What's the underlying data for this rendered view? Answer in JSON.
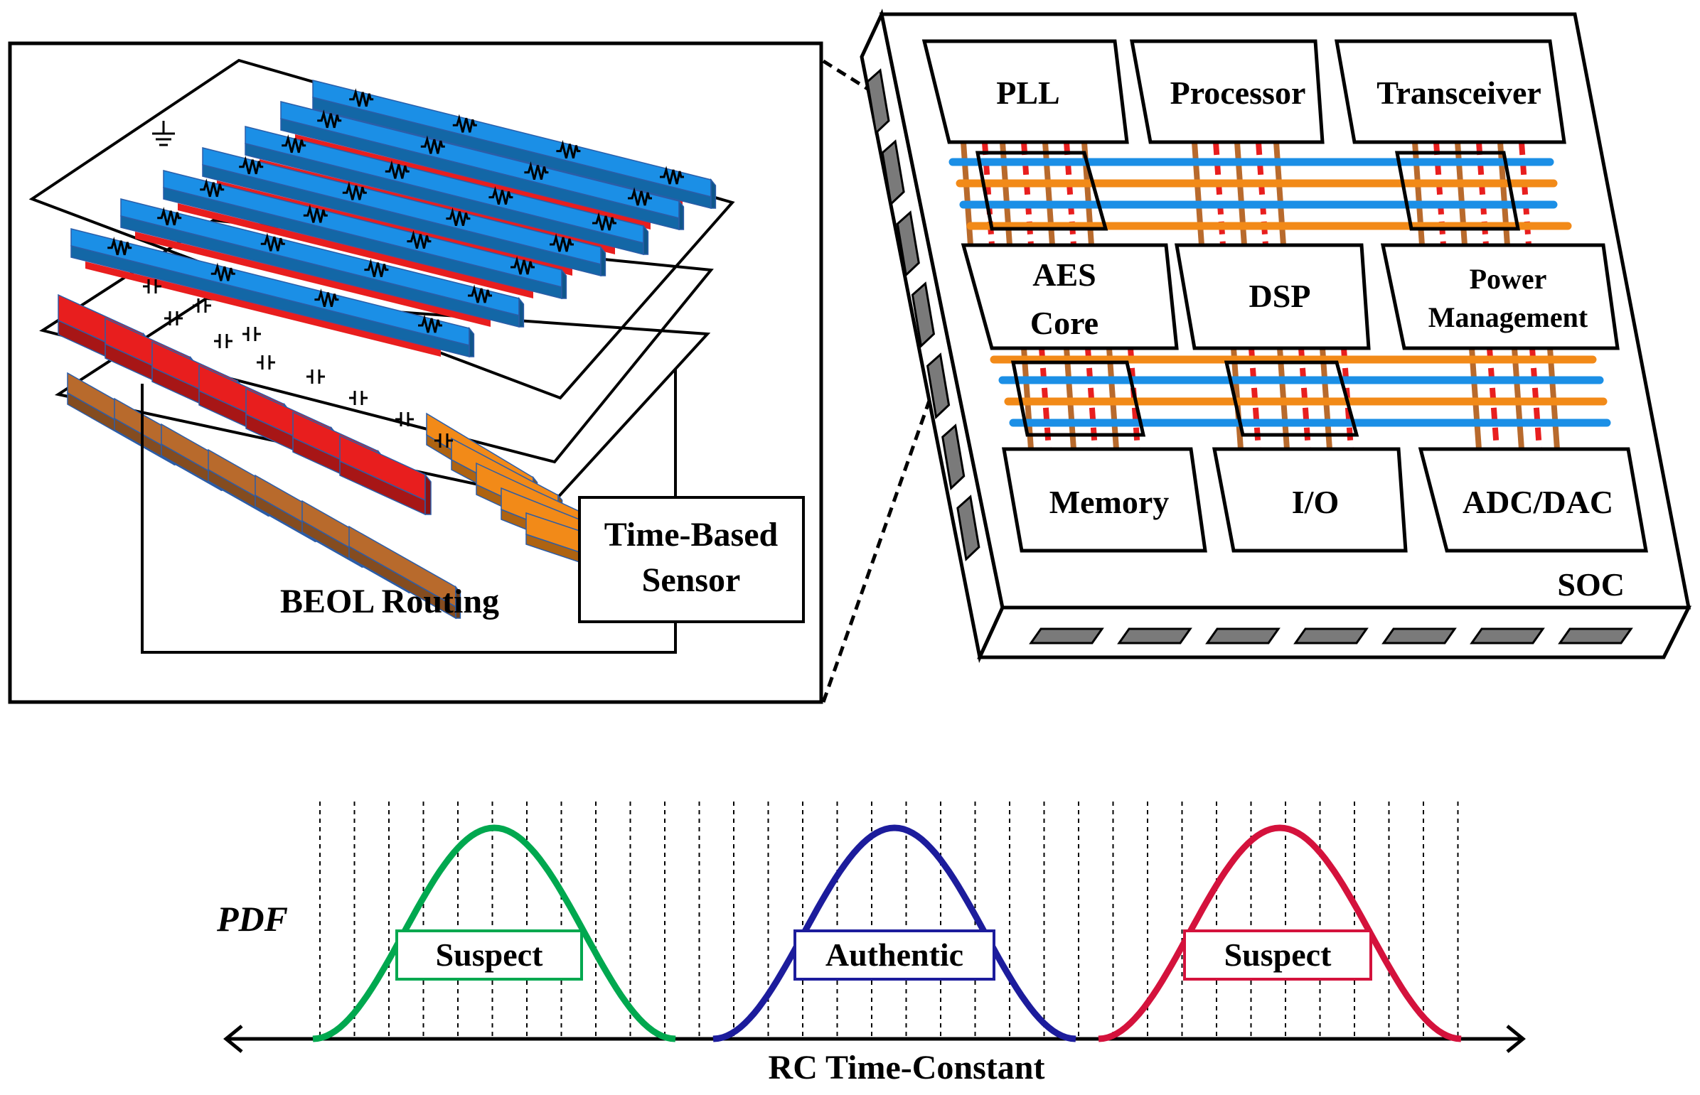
{
  "beol": {
    "routing_label": "BEOL Routing",
    "sensor_label_1": "Time-Based",
    "sensor_label_2": "Sensor"
  },
  "soc": {
    "label": "SOC",
    "blocks": {
      "pll": "PLL",
      "processor": "Processor",
      "transceiver": "Transceiver",
      "aes_1": "AES",
      "aes_2": "Core",
      "dsp": "DSP",
      "power_1": "Power",
      "power_2": "Management",
      "memory": "Memory",
      "io": "I/O",
      "adc": "ADC/DAC"
    }
  },
  "pdf_plot": {
    "ylabel": "PDF",
    "xlabel": "RC Time-Constant",
    "curves": [
      {
        "name": "Suspect",
        "color": "#00a84f"
      },
      {
        "name": "Authentic",
        "color": "#1c1c9c"
      },
      {
        "name": "Suspect",
        "color": "#d4123c"
      }
    ]
  },
  "colors": {
    "blue_wire": "#1b8fe6",
    "red_wire": "#e81e1e",
    "orange_wire": "#f28a18",
    "brown_wire": "#b86a2c",
    "pad": "#7a7a7a"
  }
}
